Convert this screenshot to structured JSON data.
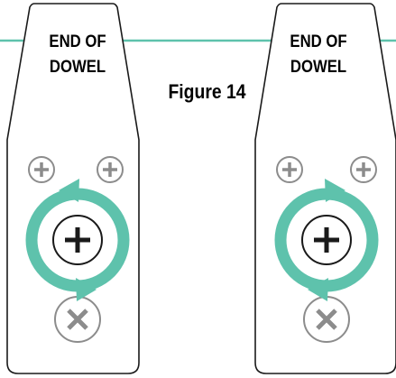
{
  "figure": {
    "caption": "Figure 14",
    "accent_color": "#5ec2ac",
    "outline_color": "#1a1a1a",
    "small_screw_color": "#8c8c8c",
    "plates": [
      {
        "title_line1": "END OF",
        "title_line2": "DOWEL",
        "rotation": "counterclockwise"
      },
      {
        "title_line1": "END OF",
        "title_line2": "DOWEL",
        "rotation": "clockwise"
      }
    ],
    "icons": [
      "screw-plus-icon",
      "screw-x-icon",
      "rotate-arrow-icon"
    ]
  }
}
